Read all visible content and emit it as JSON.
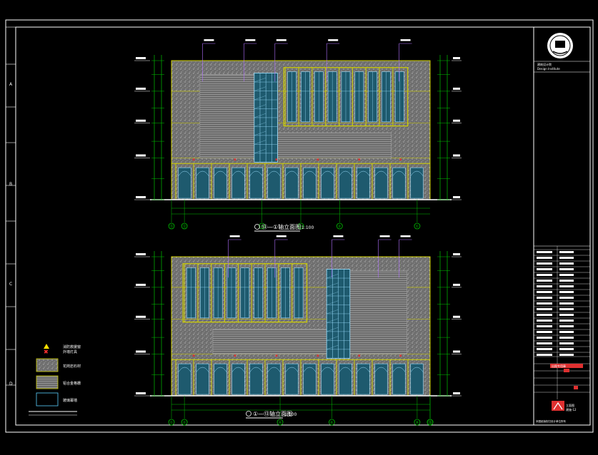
{
  "drawing": {
    "upper_title": "⑬—①轴立面图",
    "upper_scale": "1:100",
    "lower_title": "①—⑬轴立面图",
    "lower_scale": "1:100",
    "upper_axes": [
      "⑬",
      "⑫",
      "⑧",
      "⑥",
      "②",
      "①"
    ],
    "lower_axes": [
      "①",
      "②",
      "④",
      "⑥",
      "⑧",
      "⑫",
      "⑬"
    ],
    "grid_letters": [
      "A",
      "B",
      "C",
      "D"
    ]
  },
  "legend": {
    "items": [
      {
        "symbol": "triangle",
        "label": "消防救援窗"
      },
      {
        "symbol": "cross",
        "label": "外墙灯具"
      },
      {
        "symbol": "stone",
        "label": "花岗岩石材"
      },
      {
        "symbol": "aluminum",
        "label": "铝合金格栅"
      },
      {
        "symbol": "glass",
        "label": "玻璃幕墙"
      }
    ]
  },
  "titleblock": {
    "company_cn": "建筑设计院",
    "company_en": "Design Institute",
    "stamp_text": "出图专用章",
    "drawing_name": "立面图",
    "sheet_no": "建施-12",
    "footer": "本图纸版权归设计单位所有"
  },
  "colors": {
    "background": "#000000",
    "frame": "#ffffff",
    "stone": "#9a9a9a",
    "glass": "#1e5a6e",
    "mullion": "#9ce0ff",
    "dimension": "#d0d000",
    "grid": "#00c000",
    "leader": "#b070ff",
    "red": "#e03030"
  }
}
